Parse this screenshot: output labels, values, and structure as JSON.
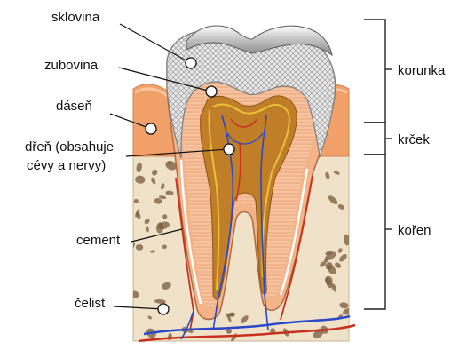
{
  "labels": {
    "sklovina": "sklovina",
    "zubovina": "zubovina",
    "dasen": "dáseň",
    "dren_line1": "dřeň (obsahuje",
    "dren_line2": "cévy a nervy)",
    "cement": "cement",
    "celist": "čelist"
  },
  "regions": {
    "korunka": "korunka",
    "krcek": "krček",
    "koren": "kořen"
  },
  "colors": {
    "bone": "#f0e2c8",
    "bone_pore": "#7a5a3c",
    "gum": "#f2a06a",
    "enamel": "#e8e8e8",
    "dentin": "#f4b48a",
    "pulp": "#c07e28",
    "nerve_blue": "#2a48c8",
    "vessel_red": "#c8301e"
  }
}
